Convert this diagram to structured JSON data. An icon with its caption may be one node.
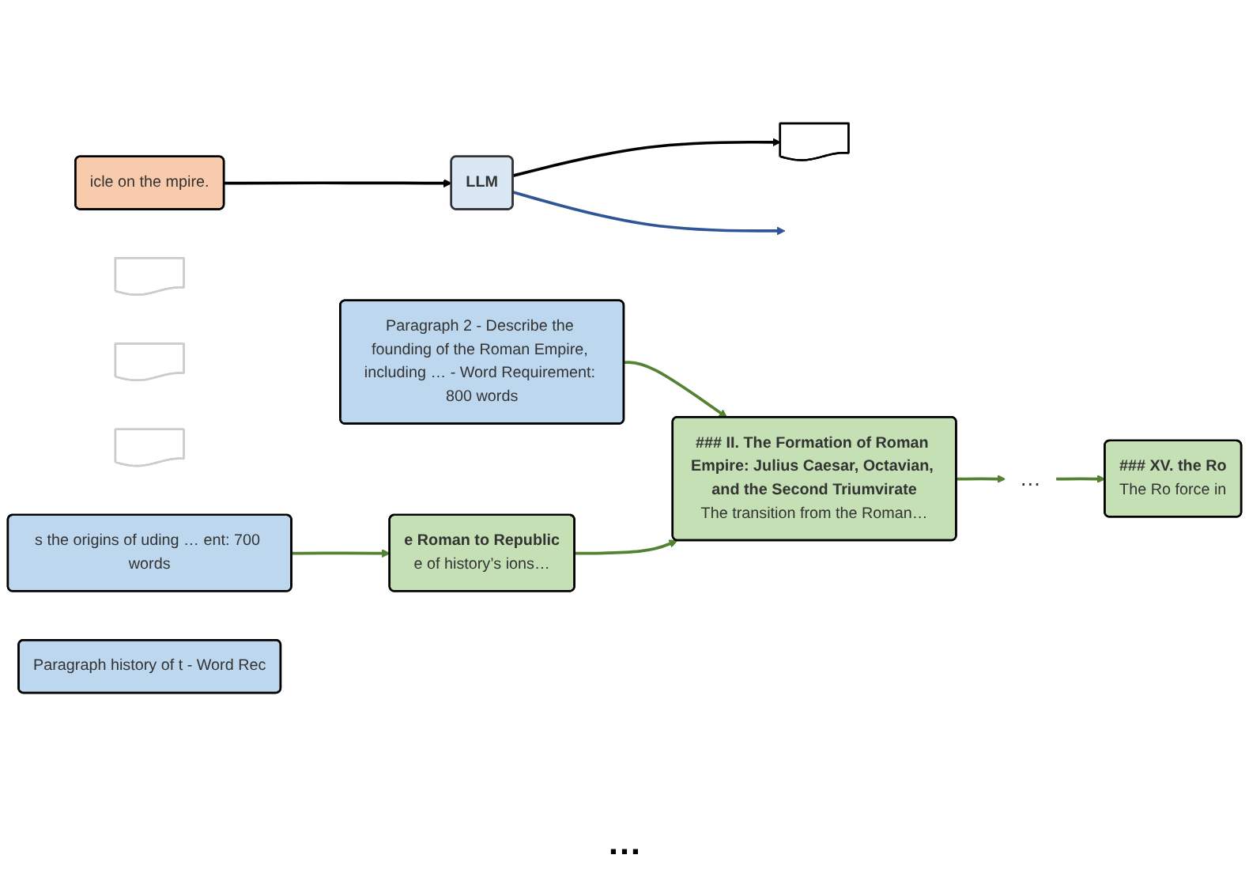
{
  "diagram": {
    "nodes": [
      {
        "text": [
          "icle on the mpire."
        ]
      },
      {
        "text": [
          "LLM"
        ]
      },
      {
        "text": [],
        "shape": "document"
      },
      {
        "text": [],
        "shape": "document"
      },
      {
        "text": [],
        "shape": "document"
      },
      {
        "text": [],
        "shape": "document"
      },
      {
        "text": [
          "s the origins of uding … ent: 700 words"
        ]
      },
      {
        "text": [
          "Paragraph 2 - Describe the founding of the Roman Empire, including … - Word Requirement: 800 words"
        ]
      },
      {
        "text": [
          "Paragraph history of t - Word Rec"
        ]
      },
      {
        "text": [
          "e Roman to Republic",
          "e of history’s ions…"
        ]
      },
      {
        "text": [
          "### II. The Formation of Roman Empire: Julius Caesar, Octavian, and the Second Triumvirate",
          "The transition from the Roman…"
        ]
      },
      {
        "text": [
          "…"
        ]
      },
      {
        "text": [
          "### XV. the Ro",
          "The Ro force in"
        ]
      }
    ],
    "edges": [
      {
        "from": 0,
        "to": 1,
        "arrow": "to",
        "color": "#000000"
      },
      {
        "from": 1,
        "to": 2,
        "arrow": "to",
        "color": "#000000"
      },
      {
        "from": 1,
        "to": null,
        "arrow": "to",
        "color": "#2f5597"
      },
      {
        "from": 6,
        "to": 9,
        "arrow": "to"
      },
      {
        "from": 7,
        "to": 10,
        "arrow": "to"
      },
      {
        "from": 9,
        "to": 10,
        "arrow": "to"
      },
      {
        "from": 10,
        "to": 11,
        "arrow": "to"
      },
      {
        "from": 11,
        "to": 12,
        "arrow": "to"
      }
    ],
    "labels": [
      "…"
    ]
  }
}
